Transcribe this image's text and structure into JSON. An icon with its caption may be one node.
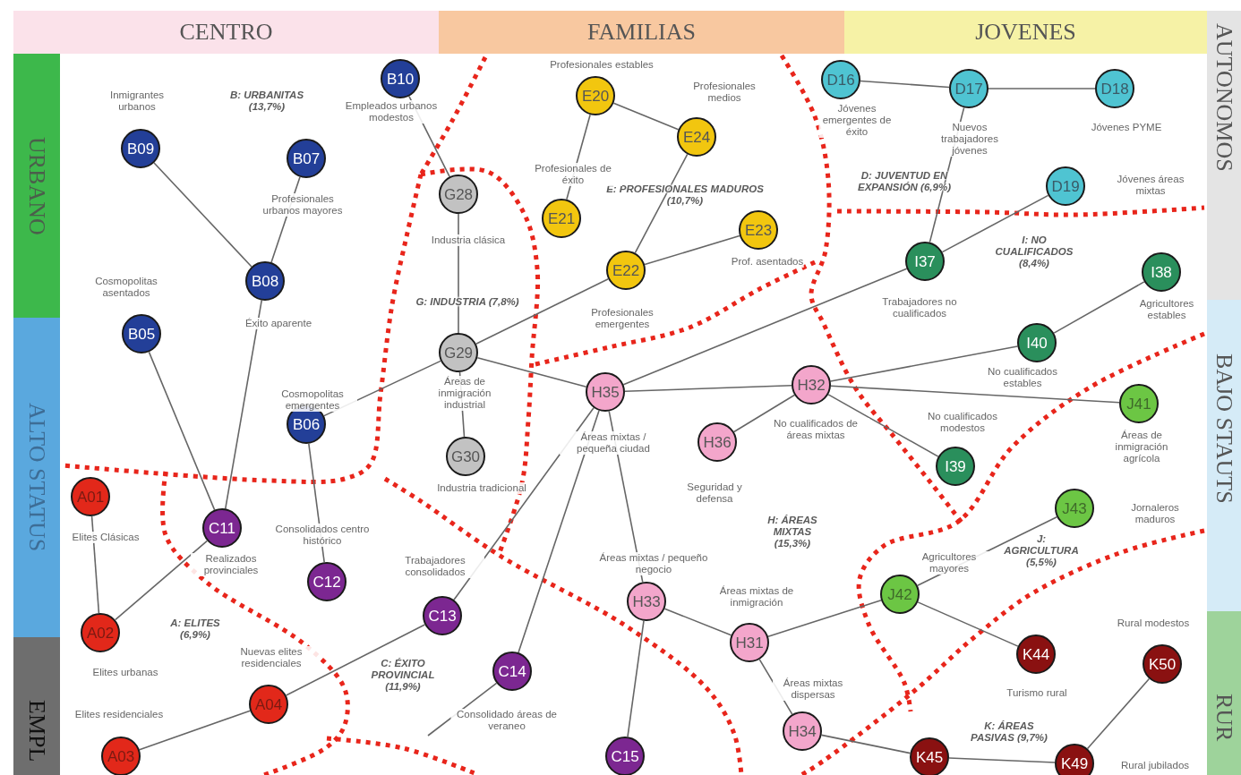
{
  "diagram": {
    "nodes": [
      {
        "text": [
          "CENTRO"
        ]
      },
      {
        "text": [
          "FAMILIAS"
        ]
      },
      {
        "text": [
          "JOVENES"
        ]
      },
      {
        "text": [
          "URBANO"
        ]
      },
      {
        "text": [
          "AUTONOMOS"
        ]
      },
      {
        "text": [
          "ALTO STATUS"
        ]
      },
      {
        "text": [
          "BAJO STAUTS"
        ]
      },
      {
        "text": [
          "EMPL"
        ]
      },
      {
        "text": [
          "RUR"
        ]
      },
      {
        "text": [
          "B10",
          "Empleados urbanos modestos"
        ]
      },
      {
        "text": [
          "D16",
          "Jóvenes emergentes de éxito"
        ]
      },
      {
        "text": [
          "D17",
          "Nuevos trabajadores jóvenes"
        ]
      },
      {
        "text": [
          "D18",
          "Jóvenes PYME"
        ]
      },
      {
        "text": [
          "Profesionales estables",
          "E20"
        ]
      },
      {
        "text": [
          "Profesionales medios",
          "E24"
        ]
      },
      {
        "text": [
          "Inmigrantes urbanos",
          "B09"
        ]
      },
      {
        "text": [
          "B07",
          "Profesionales urbanos mayores"
        ]
      },
      {
        "text": [
          "D19",
          "Jóvenes áreas mixtas"
        ]
      },
      {
        "text": [
          "G28",
          "Industria clásica"
        ]
      },
      {
        "text": [
          "Profesionales de éxito",
          "E21"
        ]
      },
      {
        "text": [
          "E23",
          "Prof. asentados"
        ]
      },
      {
        "text": [
          "I37",
          "Trabajadores no cualificados"
        ]
      },
      {
        "text": [
          "E22",
          "Profesionales emergentes"
        ]
      },
      {
        "text": [
          "I38",
          "Agricultores estables"
        ]
      },
      {
        "text": [
          "B08",
          "Éxito aparente"
        ]
      },
      {
        "text": [
          "Cosmopolitas asentados",
          "B05"
        ]
      },
      {
        "text": [
          "I40",
          "No cualificados estables"
        ]
      },
      {
        "text": [
          "G29",
          "Áreas de inmigración industrial"
        ]
      },
      {
        "text": [
          "H32",
          "No cualificados de áreas mixtas"
        ]
      },
      {
        "text": [
          "H35",
          "Áreas mixtas / pequeña ciudad"
        ]
      },
      {
        "text": [
          "J41",
          "Áreas de inmigración agrícola"
        ]
      },
      {
        "text": [
          "Cosmopolitas emergentes",
          "B06"
        ]
      },
      {
        "text": [
          "H36",
          "Seguridad y defensa"
        ]
      },
      {
        "text": [
          "G30",
          "Industria tradicional"
        ]
      },
      {
        "text": [
          "No cualificados modestos",
          "I39"
        ]
      },
      {
        "text": [
          "A01",
          "Elites Clásicas"
        ]
      },
      {
        "text": [
          "J43",
          "Jornaleros maduros"
        ]
      },
      {
        "text": [
          "C11",
          "Realizados provinciales"
        ]
      },
      {
        "text": [
          "Consolidados centro histórico",
          "C12"
        ]
      },
      {
        "text": [
          "Agricultores mayores",
          "J42"
        ]
      },
      {
        "text": [
          "Áreas mixtas / pequeño negocio",
          "H33"
        ]
      },
      {
        "text": [
          "Trabajadores consolidados",
          "C13"
        ]
      },
      {
        "text": [
          "A02",
          "Elites urbanas"
        ]
      },
      {
        "text": [
          "Áreas mixtas de inmigración",
          "H31"
        ]
      },
      {
        "text": [
          "K44",
          "Turismo rural"
        ]
      },
      {
        "text": [
          "Rural modestos",
          "K50"
        ]
      },
      {
        "text": [
          "C14",
          "Consolidado áreas de veraneo"
        ]
      },
      {
        "text": [
          "Nuevas elites residenciales",
          "A04"
        ]
      },
      {
        "text": [
          "Áreas mixtas dispersas",
          "H34"
        ]
      },
      {
        "text": [
          "Elites residenciales",
          "A03"
        ]
      },
      {
        "text": [
          "C15"
        ]
      },
      {
        "text": [
          "K45"
        ]
      },
      {
        "text": [
          "K49",
          "Rural jubilados"
        ]
      }
    ],
    "edges": [
      {
        "from": 15,
        "to": 24,
        "arrow": "none"
      },
      {
        "from": 16,
        "to": 24,
        "arrow": "none"
      },
      {
        "from": 24,
        "to": 37,
        "arrow": "none"
      },
      {
        "from": 25,
        "to": 37,
        "arrow": "none"
      },
      {
        "from": 31,
        "to": 27,
        "arrow": "none"
      },
      {
        "from": 31,
        "to": 38,
        "arrow": "none"
      },
      {
        "from": 9,
        "to": 18,
        "arrow": "none"
      },
      {
        "from": 18,
        "to": 27,
        "arrow": "none"
      },
      {
        "from": 27,
        "to": 33,
        "arrow": "none"
      },
      {
        "from": 27,
        "to": 22,
        "arrow": "none"
      },
      {
        "from": 27,
        "to": 29,
        "arrow": "none"
      },
      {
        "from": 13,
        "to": 19,
        "arrow": "none"
      },
      {
        "from": 13,
        "to": 14,
        "arrow": "none"
      },
      {
        "from": 14,
        "to": 22,
        "arrow": "none"
      },
      {
        "from": 22,
        "to": 20,
        "arrow": "none"
      },
      {
        "from": 10,
        "to": 11,
        "arrow": "none"
      },
      {
        "from": 11,
        "to": 12,
        "arrow": "none"
      },
      {
        "from": 11,
        "to": 21,
        "arrow": "none"
      },
      {
        "from": 17,
        "to": 21,
        "arrow": "none"
      },
      {
        "from": 21,
        "to": 29,
        "arrow": "none"
      },
      {
        "from": 29,
        "to": 28,
        "arrow": "none"
      },
      {
        "from": 28,
        "to": 26,
        "arrow": "none"
      },
      {
        "from": 26,
        "to": 23,
        "arrow": "none"
      },
      {
        "from": 28,
        "to": 30,
        "arrow": "none"
      },
      {
        "from": 28,
        "to": 34,
        "arrow": "none"
      },
      {
        "from": 28,
        "to": 32,
        "arrow": "none"
      },
      {
        "from": 29,
        "to": 41,
        "arrow": "none"
      },
      {
        "from": 29,
        "to": 46,
        "arrow": "none"
      },
      {
        "from": 29,
        "to": 40,
        "arrow": "none"
      },
      {
        "from": 40,
        "to": 50,
        "arrow": "none"
      },
      {
        "from": 40,
        "to": 43,
        "arrow": "none"
      },
      {
        "from": 43,
        "to": 39,
        "arrow": "none"
      },
      {
        "from": 43,
        "to": 48,
        "arrow": "none"
      },
      {
        "from": 48,
        "to": 51,
        "arrow": "none"
      },
      {
        "from": 51,
        "to": 52,
        "arrow": "none"
      },
      {
        "from": 52,
        "to": 45,
        "arrow": "none"
      },
      {
        "from": 39,
        "to": 36,
        "arrow": "none"
      },
      {
        "from": 39,
        "to": 44,
        "arrow": "none"
      },
      {
        "from": 35,
        "to": 42,
        "arrow": "none"
      },
      {
        "from": 42,
        "to": 37,
        "arrow": "none"
      },
      {
        "from": 47,
        "to": 41,
        "arrow": "none"
      },
      {
        "from": 49,
        "to": 47,
        "arrow": "none"
      },
      {
        "from": 46,
        "to": null,
        "arrow": "none"
      }
    ],
    "labels": [
      "B: URBANITAS (13,7%)",
      "G: INDUSTRIA (7,8%)",
      "E: PROFESIONALES MADUROS (10,7%)",
      "D: JUVENTUD EN EXPANSIÓN (6,9%)",
      "I: NO CUALIFICADOS (8,4%)",
      "H: ÁREAS MIXTAS (15,3%)",
      "J: AGRICULTURA (5,5%)",
      "A: ELITES (6,9%)",
      "C: ÉXITO PROVINCIAL (11,9%)",
      "K: ÁREAS PASIVAS (9,7%)"
    ]
  }
}
